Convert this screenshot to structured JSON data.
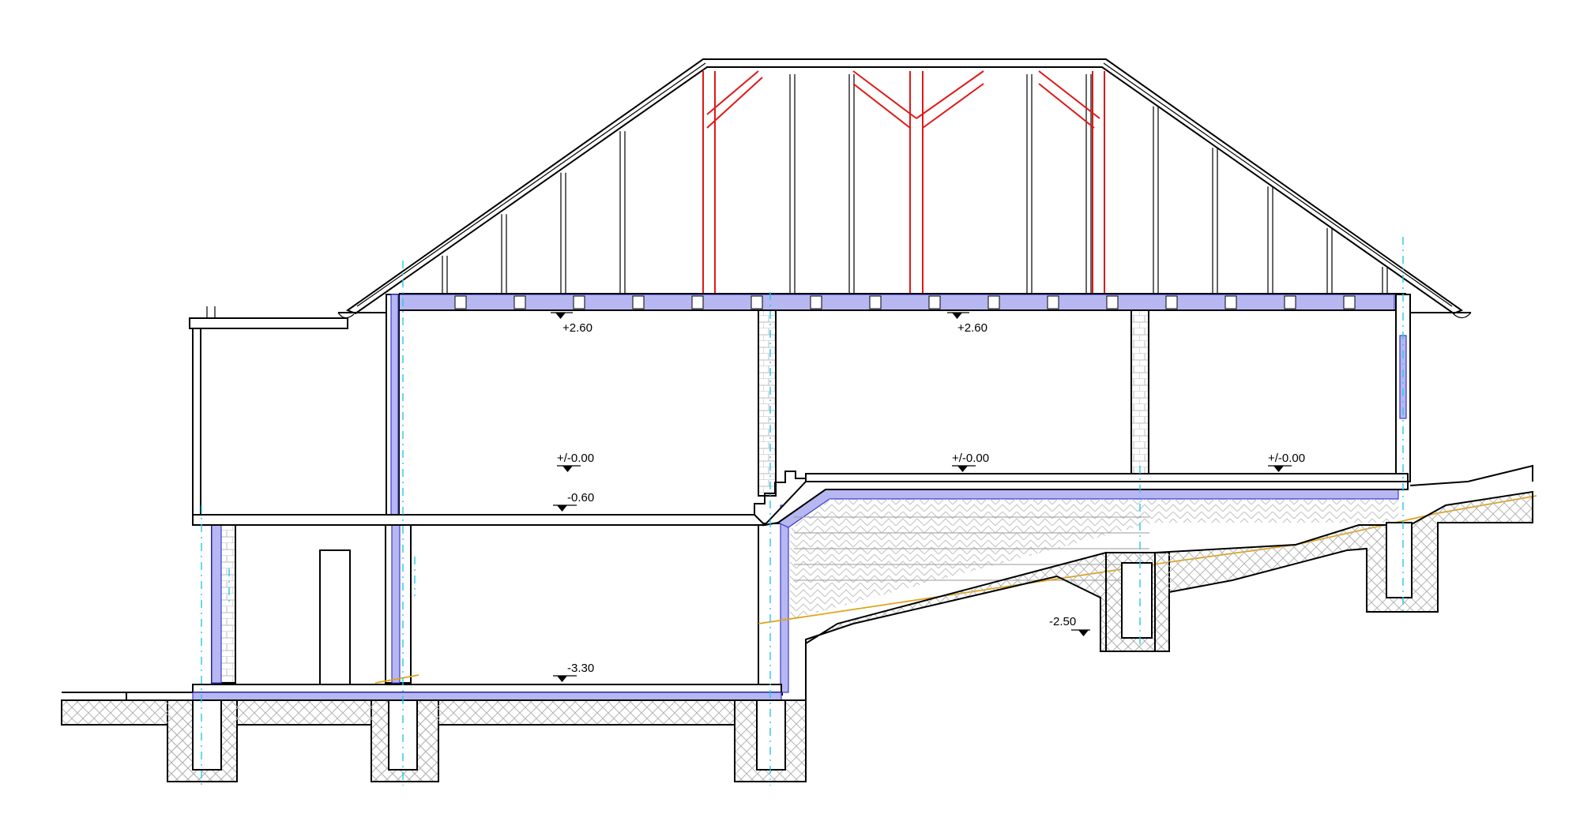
{
  "levels": {
    "roof_left": "+2.60",
    "roof_right": "+2.60",
    "floor_left": "+/-0.00",
    "floor_middle": "+/-0.00",
    "floor_right": "+/-0.00",
    "mezzanine": "-0.60",
    "basement": "-3.30",
    "terrain": "-2.50"
  },
  "colors": {
    "linework": "#000000",
    "insulation": "#b7b7f2",
    "insulation_edge": "#3a3ad0",
    "truss": "#e01818",
    "axis": "#26c8e6",
    "grade_line": "#e0a418",
    "hatch": "#b5b5b5"
  }
}
